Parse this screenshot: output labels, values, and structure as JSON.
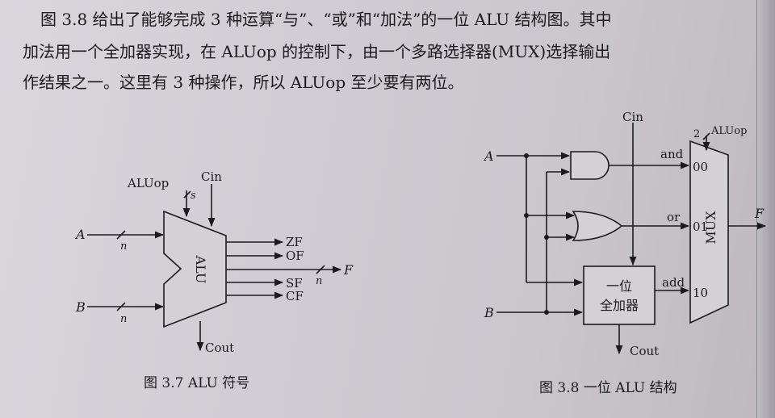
{
  "text": {
    "line1": "图 3.8 给出了能够完成 3 种运算“与”、“或”和“加法”的一位 ALU 结构图。其中",
    "line2": "加法用一个全加器实现，在 ALUop 的控制下，由一个多路选择器(MUX)选择输出",
    "line3": "作结果之一。这里有 3 种操作，所以 ALUop 至少要有两位。"
  },
  "fig37": {
    "caption": "图 3.7  ALU 符号",
    "aluop": "ALUop",
    "s": "s",
    "cin": "Cin",
    "a": "A",
    "b": "B",
    "n_a": "n",
    "n_b": "n",
    "n_f": "n",
    "alu": "ALU",
    "zf": "ZF",
    "of": "OF",
    "sf": "SF",
    "cf": "CF",
    "f": "F",
    "cout": "Cout"
  },
  "fig38": {
    "caption": "图 3.8  一位 ALU 结构",
    "cin": "Cin",
    "a": "A",
    "b": "B",
    "and": "and",
    "or": "or",
    "add": "add",
    "in00": "00",
    "in01": "01",
    "in10": "10",
    "mux": "MUX",
    "sel_width": "2",
    "aluop": "ALUop",
    "f": "F",
    "adder1": "一位",
    "adder2": "全加器",
    "cout": "Cout"
  }
}
